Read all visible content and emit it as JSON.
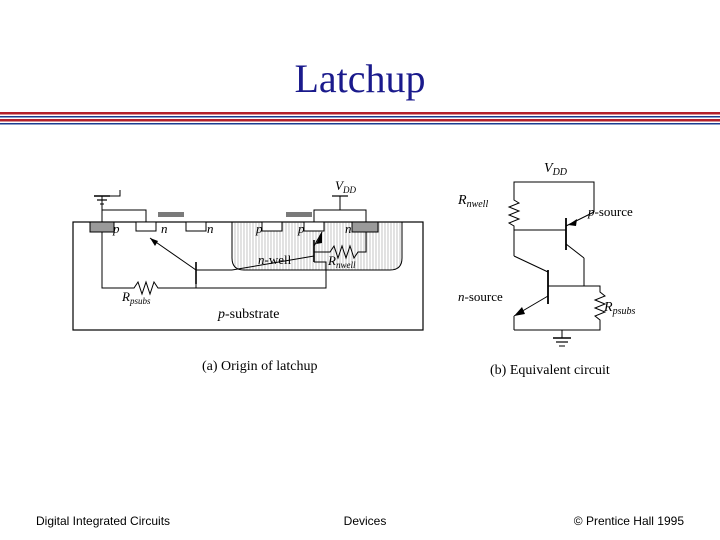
{
  "slide": {
    "title": "Latchup",
    "rule_colors": {
      "red": "#b3202a",
      "blue": "#1a3c8f"
    }
  },
  "diagram_a": {
    "caption": "(a) Origin of latchup",
    "vdd": "V",
    "vdd_sub": "DD",
    "diffusions": [
      {
        "text": "p",
        "italic": true
      },
      {
        "text": "n",
        "italic": true
      },
      {
        "text": "n",
        "italic": true
      },
      {
        "text": "p",
        "italic": true
      },
      {
        "text": "p",
        "italic": true
      },
      {
        "text": "n",
        "italic": true
      }
    ],
    "nwell_label_italic": "n",
    "nwell_label_rest": "-well",
    "r_nwell": "R",
    "r_nwell_sub": "nwell",
    "r_psubs": "R",
    "r_psubs_sub": "psubs",
    "psubstrate_italic": "p",
    "psubstrate_rest": "-substrate"
  },
  "diagram_b": {
    "caption": "(b) Equivalent circuit",
    "vdd": "V",
    "vdd_sub": "DD",
    "r_nwell": "R",
    "r_nwell_sub": "nwell",
    "psource_italic": "p",
    "psource_rest": "-source",
    "nsource_italic": "n",
    "nsource_rest": "-source",
    "r_psubs": "R",
    "r_psubs_sub": "psubs"
  },
  "footer": {
    "left": "Digital Integrated Circuits",
    "center": "Devices",
    "right": "© Prentice Hall 1995"
  }
}
